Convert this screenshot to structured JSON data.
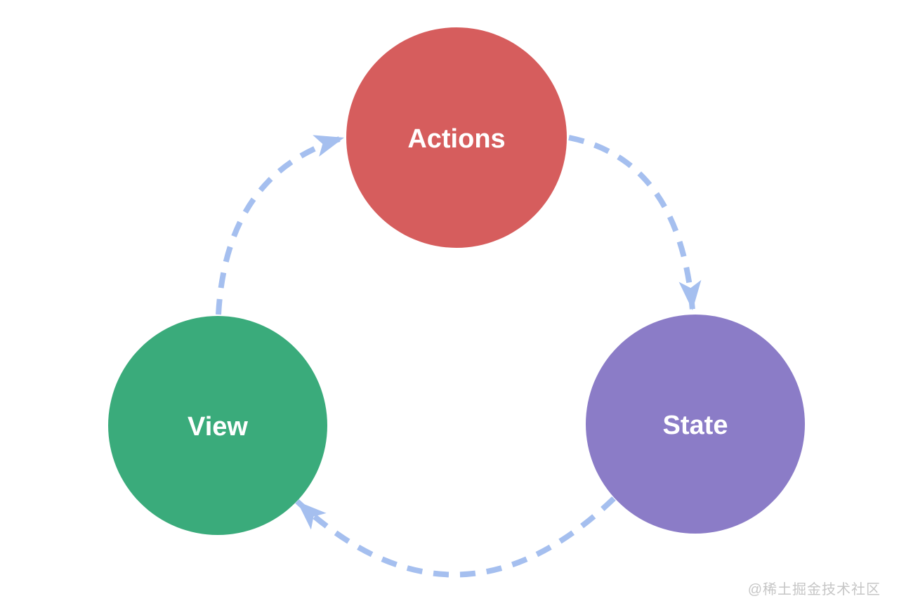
{
  "diagram": {
    "type": "cycle",
    "title": "unidirectional data flow cycle",
    "nodes": [
      {
        "id": "actions",
        "label": "Actions",
        "color": "#d65d5d",
        "position": "top"
      },
      {
        "id": "state",
        "label": "State",
        "color": "#8b7cc7",
        "position": "right"
      },
      {
        "id": "view",
        "label": "View",
        "color": "#3aab7b",
        "position": "left"
      }
    ],
    "edges": [
      {
        "from": "view",
        "to": "actions"
      },
      {
        "from": "actions",
        "to": "state"
      },
      {
        "from": "state",
        "to": "view"
      }
    ],
    "edge_style": {
      "color": "#a5bfef",
      "dashed": true
    },
    "label_text_color": "#ffffff",
    "background_color": "#ffffff"
  },
  "watermark": {
    "text": "@稀土掘金技术社区",
    "color": "#c6c6c6"
  }
}
